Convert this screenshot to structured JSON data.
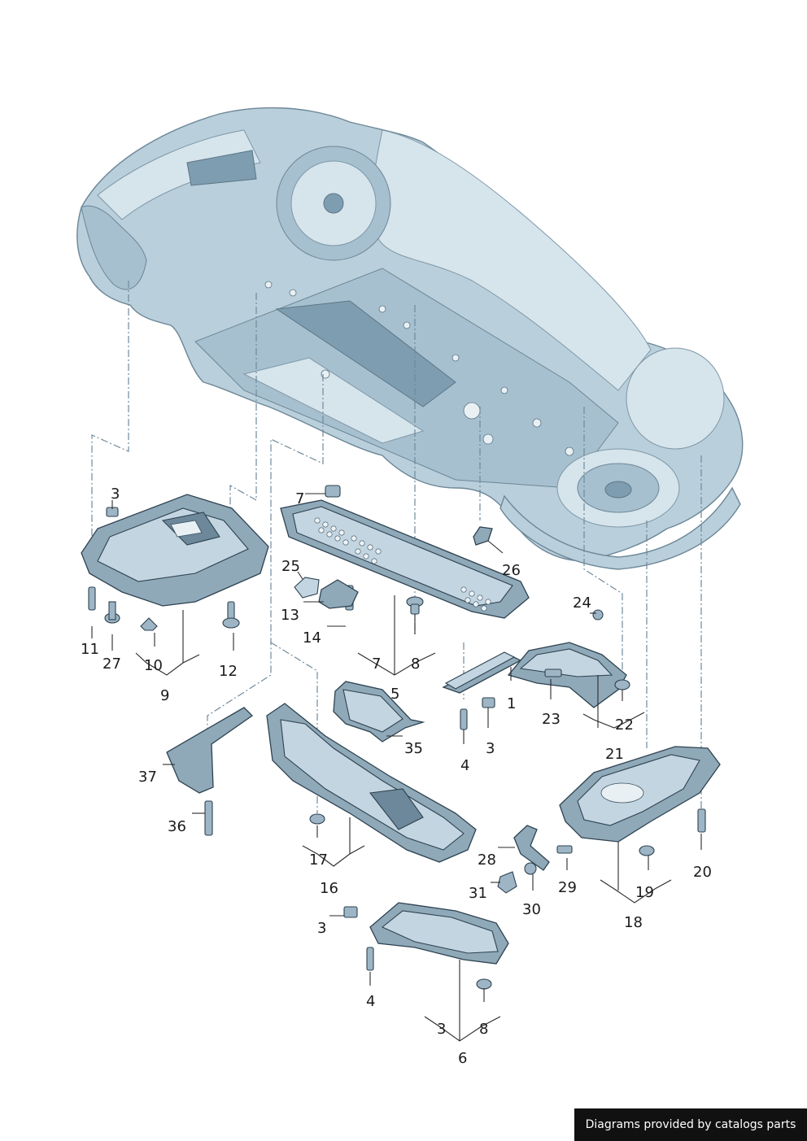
{
  "footer": {
    "credit": "Diagrams provided by catalogs parts"
  },
  "callouts": {
    "c3a": "3",
    "c7a": "7",
    "c25": "25",
    "c13": "13",
    "c14": "14",
    "c11": "11",
    "c27": "27",
    "c10": "10",
    "c9": "9",
    "c12": "12",
    "c7b": "7",
    "c8a": "8",
    "c26": "26",
    "c24": "24",
    "c5": "5",
    "c1": "1",
    "c23": "23",
    "c22": "22",
    "c21": "21",
    "c3b": "3",
    "c4a": "4",
    "c35": "35",
    "c37": "37",
    "c36": "36",
    "c17": "17",
    "c16": "16",
    "c28": "28",
    "c31": "31",
    "c29": "29",
    "c30": "30",
    "c19": "19",
    "c18": "18",
    "c20": "20",
    "c3c": "3",
    "c4b": "4",
    "c3d": "3",
    "c8b": "8",
    "c6": "6"
  },
  "colors": {
    "body": "#b9cfdb",
    "part": "#8fa9b9",
    "line": "#2e4250",
    "dash": "#6f8a9c"
  }
}
